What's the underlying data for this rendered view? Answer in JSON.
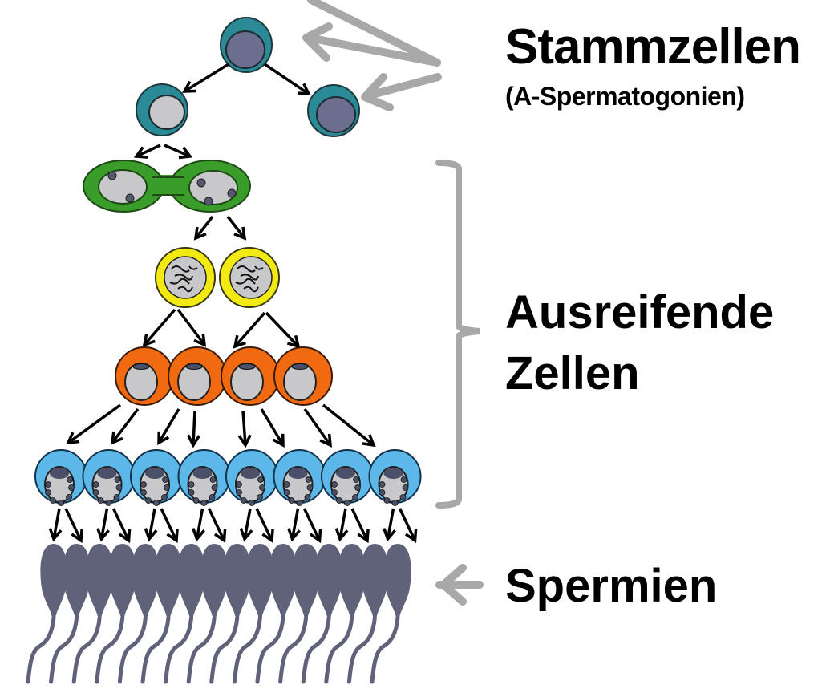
{
  "labels": {
    "stem_cells": "Stammzellen",
    "stem_cells_sub": "(A-Spermatogonien)",
    "maturing_cells_line1": "Ausreifende",
    "maturing_cells_line2": "Zellen",
    "sperm": "Spermien"
  },
  "colors": {
    "stem_cell": "#2a8a96",
    "stem_nucleus_dark": "#6b6e8e",
    "nucleus_light": "#c8c8ca",
    "spermatocyte_green": "#3a9d2a",
    "spermatocyte_yellow": "#f3ea14",
    "spermatid_orange": "#f26a10",
    "spermatid_blue": "#5bb8e8",
    "sperm_gray": "#5f6278",
    "annotation_gray": "#a8a8a8",
    "arrow_black": "#000000"
  },
  "stages": [
    {
      "name": "stem-cell-top",
      "count": 1
    },
    {
      "name": "stem-cell-daughters",
      "count": 2
    },
    {
      "name": "green-pair",
      "count": 2
    },
    {
      "name": "yellow-pair",
      "count": 2
    },
    {
      "name": "orange-row",
      "count": 4
    },
    {
      "name": "blue-row",
      "count": 8
    },
    {
      "name": "sperm-row",
      "count": 16
    }
  ]
}
